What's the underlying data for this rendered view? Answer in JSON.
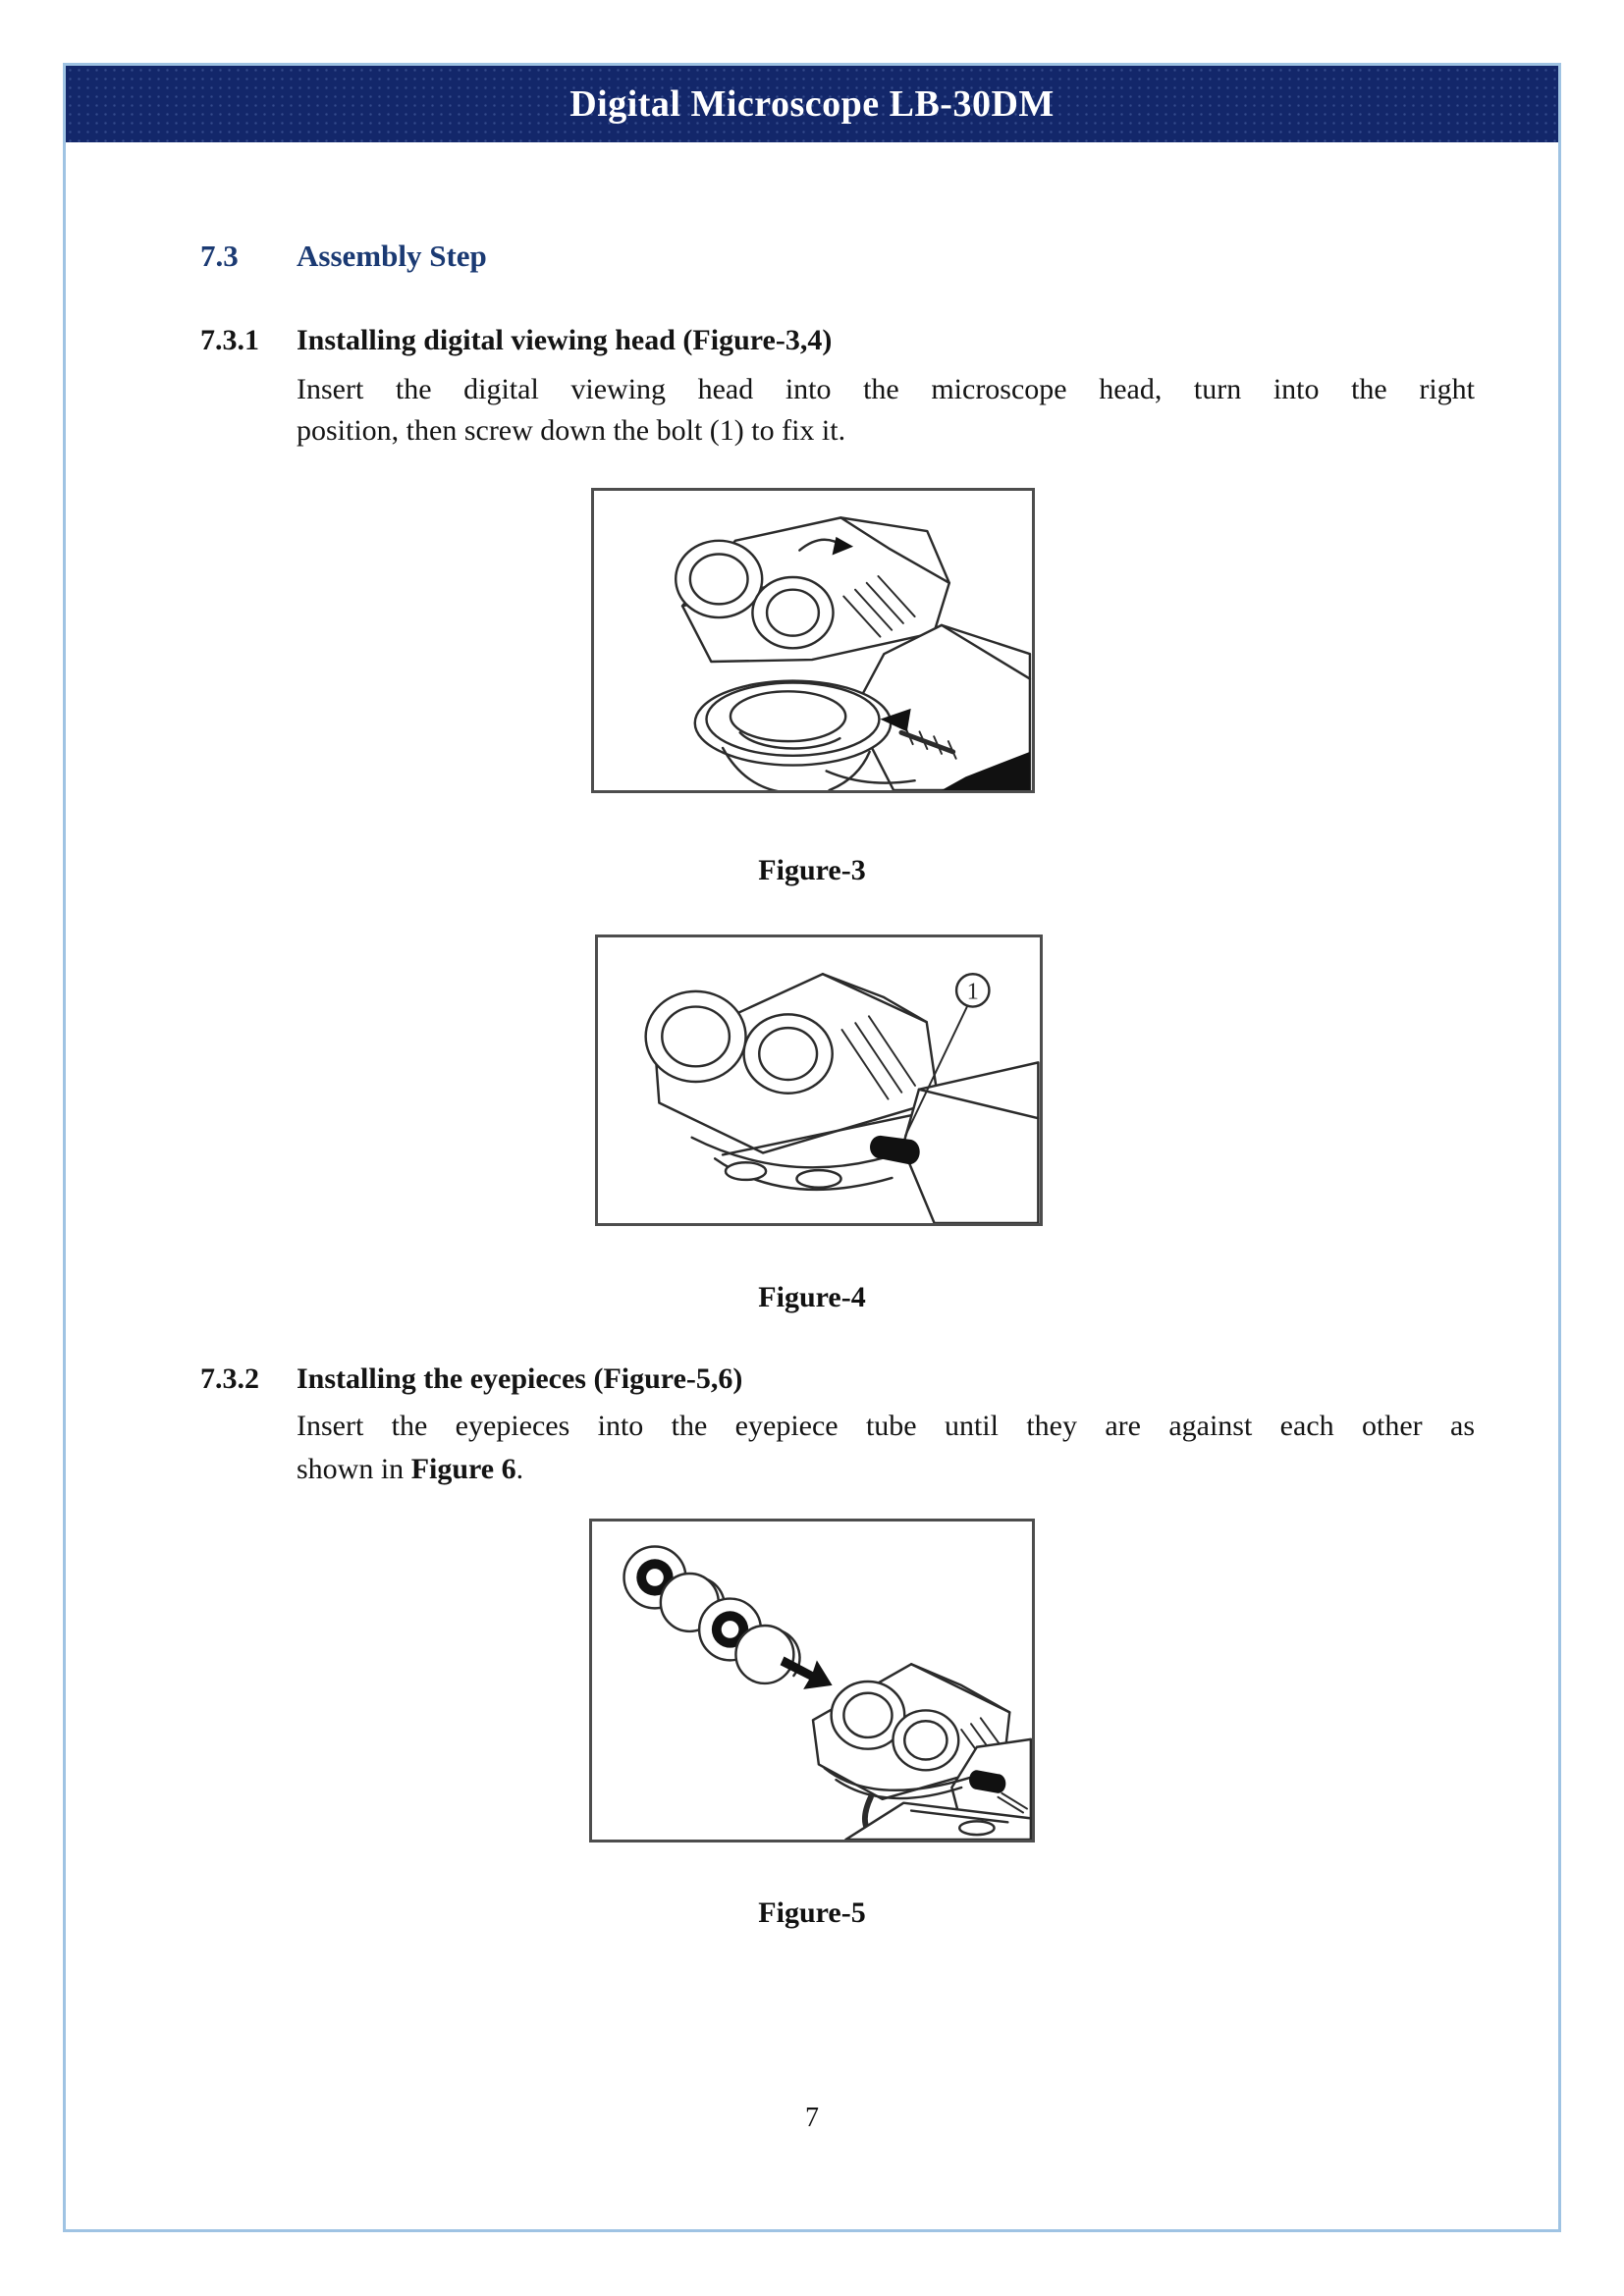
{
  "header": {
    "title": "Digital Microscope LB-30DM"
  },
  "section_73": {
    "number": "7.3",
    "title": "Assembly Step"
  },
  "sub_731": {
    "number": "7.3.1",
    "heading": "Installing digital viewing head (Figure-3,4)",
    "line1": "Insert the digital viewing head into the microscope head, turn into the right",
    "line2": "position, then screw down the bolt (1) to fix it."
  },
  "figure3": {
    "caption": "Figure-3"
  },
  "figure4": {
    "caption": "Figure-4",
    "callout_label": "1"
  },
  "sub_732": {
    "number": "7.3.2",
    "heading": "Installing the eyepieces (Figure-5,6)",
    "line1": "Insert the eyepieces into the eyepiece tube until they are against each other as",
    "line2_prefix": "shown in ",
    "line2_bold": "Figure 6",
    "line2_suffix": "."
  },
  "footer": {
    "page_number": "7"
  },
  "colors": {
    "header_bg": "#13276a",
    "section_heading": "#1b3a73",
    "frame_border": "#9fc3e3",
    "figure_border": "#4d4d4d"
  }
}
